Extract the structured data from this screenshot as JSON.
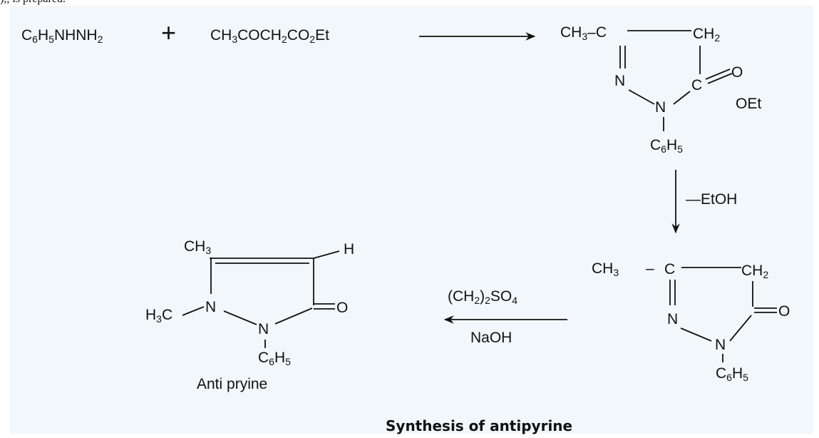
{
  "top_fragment": "),, is  prepared.",
  "reactants": {
    "phenylhydrazine": "C6H5NHNH2",
    "plus": "+",
    "ethyl_acetoacetate": "CH3COCH2CO2Et"
  },
  "intermediate_1": {
    "ch3c": "CH3–C",
    "ch2": "CH2",
    "n_left": "N",
    "c_carbonyl": "C",
    "o": "O",
    "oet": "OEt",
    "n_bottom": "N",
    "c6h5": "C6H5"
  },
  "step_1": {
    "reagent": "—EtOH"
  },
  "intermediate_2": {
    "ch3": "CH3",
    "dash": "–",
    "c": "C",
    "ch2": "CH2",
    "n_left": "N",
    "o": "O",
    "n_bottom": "N",
    "c6h5": "C6H5"
  },
  "step_2": {
    "reagent_top": "(CH2)2SO4",
    "reagent_bottom": "NaOH"
  },
  "product": {
    "ch3": "CH3",
    "h": "H",
    "h3c": "H3C",
    "n1": "N",
    "n2": "N",
    "o": "O",
    "c6h5": "C6H5",
    "name": "Anti pryine"
  },
  "caption": "Synthesis of antipyrine"
}
